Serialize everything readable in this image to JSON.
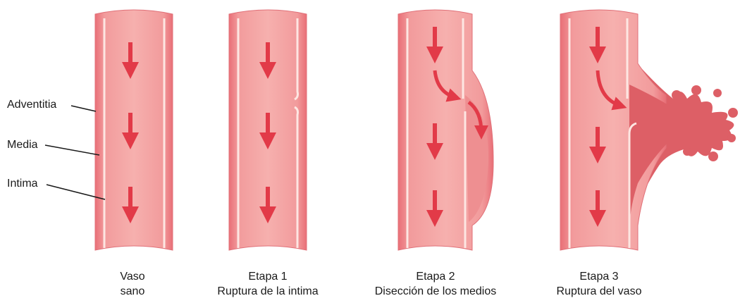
{
  "labels": {
    "adventitia": "Adventitia",
    "media": "Media",
    "intima": "Intima"
  },
  "vessels": [
    {
      "line1": "Vaso",
      "line2": "sano"
    },
    {
      "line1": "Etapa 1",
      "line2": "Ruptura de la intima"
    },
    {
      "line1": "Etapa 2",
      "line2": "Disección de los medios"
    },
    {
      "line1": "Etapa 3",
      "line2": "Ruptura del vaso"
    }
  ],
  "colors": {
    "vessel_outer": "#e8747a",
    "vessel_fill": "#f4a3a3",
    "vessel_inner": "#f7b8b6",
    "wall_line": "#fbe3df",
    "arrow": "#e23a48",
    "bulge": "#ec8a8c",
    "rupture": "#db5c64"
  }
}
